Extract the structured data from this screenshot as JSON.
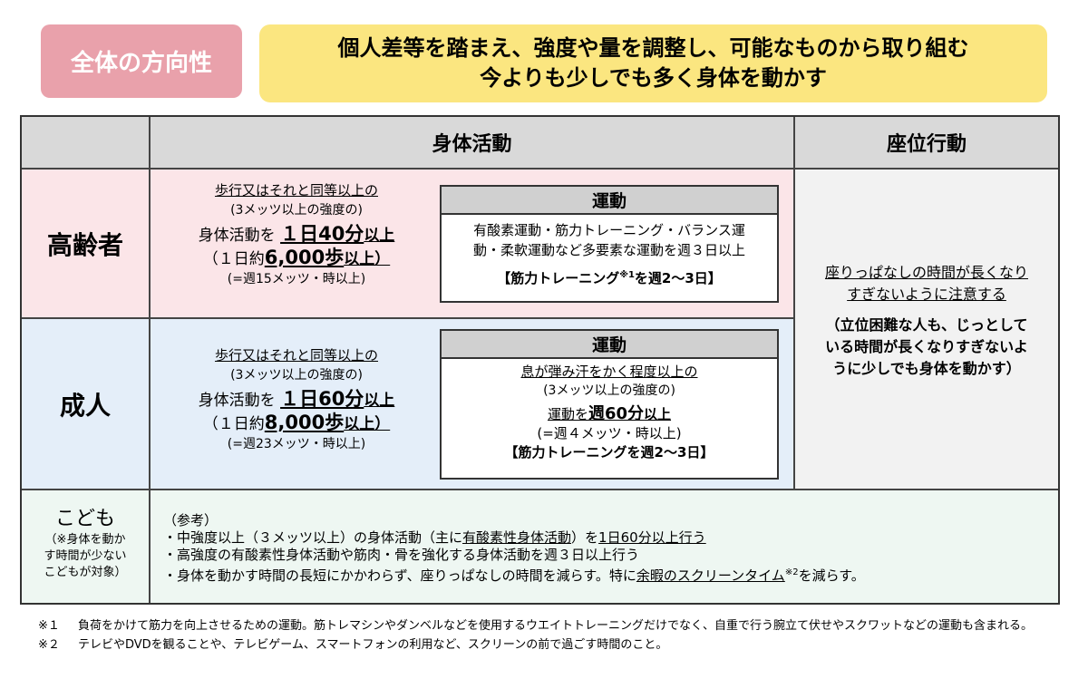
{
  "header": {
    "label": "全体の方向性",
    "line1": "個人差等を踏まえ、強度や量を調整し、可能なものから取り組む",
    "line2": "今よりも少しでも多く身体を動かす"
  },
  "columns": {
    "physical_activity": "身体活動",
    "sedentary": "座位行動"
  },
  "elderly": {
    "label": "高齢者",
    "activity": {
      "line1": "歩行又はそれと同等以上の",
      "line2": "(3メッツ以上の強度の)",
      "line3_pre": "身体活動を",
      "line3_bold": "１日40分",
      "line3_post": "以上",
      "line4_pre": "（１日約",
      "line4_bold": "6,000歩",
      "line4_post": "以上）",
      "line5": "(=週15メッツ・時以上)"
    },
    "exercise": {
      "title": "運動",
      "line1": "有酸素運動・筋力トレーニング・バランス運",
      "line2": "動・柔軟運動など多要素な運動を週３日以上",
      "line3_pre": "【筋力トレーニング",
      "line3_sup": "※1",
      "line3_post": "を週2～3日】"
    }
  },
  "adult": {
    "label": "成人",
    "activity": {
      "line1": "歩行又はそれと同等以上の",
      "line2": "(3メッツ以上の強度の)",
      "line3_pre": "身体活動を",
      "line3_bold": "１日60分",
      "line3_post": "以上",
      "line4_pre": "（１日約",
      "line4_bold": "8,000歩",
      "line4_post": "以上）",
      "line5": "(=週23メッツ・時以上)"
    },
    "exercise": {
      "title": "運動",
      "line1": "息が弾み汗をかく程度以上の",
      "line2": "(3メッツ以上の強度の)",
      "line3_pre": "運動を",
      "line3_bold": "週60分",
      "line3_post": "以上",
      "line4": "(=週４メッツ・時以上)",
      "line5": "【筋力トレーニングを週2～3日】"
    }
  },
  "sedentary": {
    "line1": "座りっぱなしの時間が長くなり",
    "line2": "すぎないように注意する",
    "note1": "（立位困難な人も、じっとして",
    "note2": "いる時間が長くなりすぎないよ",
    "note3": "うに少しでも身体を動かす）"
  },
  "children": {
    "label": "こども",
    "sub1": "（※身体を動か",
    "sub2": "す時間が少ない",
    "sub3": "こどもが対象）",
    "ref": "（参考）",
    "item1_pre": "・中強度以上（３メッツ以上）の身体活動（主に",
    "item1_u": "有酸素性身体活動",
    "item1_mid": "）を",
    "item1_u2": "1日60分以上行う",
    "item2": "・高強度の有酸素性身体活動や筋肉・骨を強化する身体活動を週３日以上行う",
    "item3_pre": "・身体を動かす時間の長短にかかわらず、座りっぱなしの時間を減らす。特に",
    "item3_u": "余暇のスクリーンタイム",
    "item3_sup": "※2",
    "item3_post": "を減らす。"
  },
  "notes": [
    {
      "mark": "※１",
      "text": "負荷をかけて筋力を向上させるための運動。筋トレマシンやダンベルなどを使用するウエイトトレーニングだけでなく、自重で行う腕立て伏せやスクワットなどの運動も含まれる。"
    },
    {
      "mark": "※２",
      "text": "テレビやDVDを観ることや、テレビゲーム、スマートフォンの利用など、スクリーンの前で過ごす時間のこと。"
    }
  ]
}
